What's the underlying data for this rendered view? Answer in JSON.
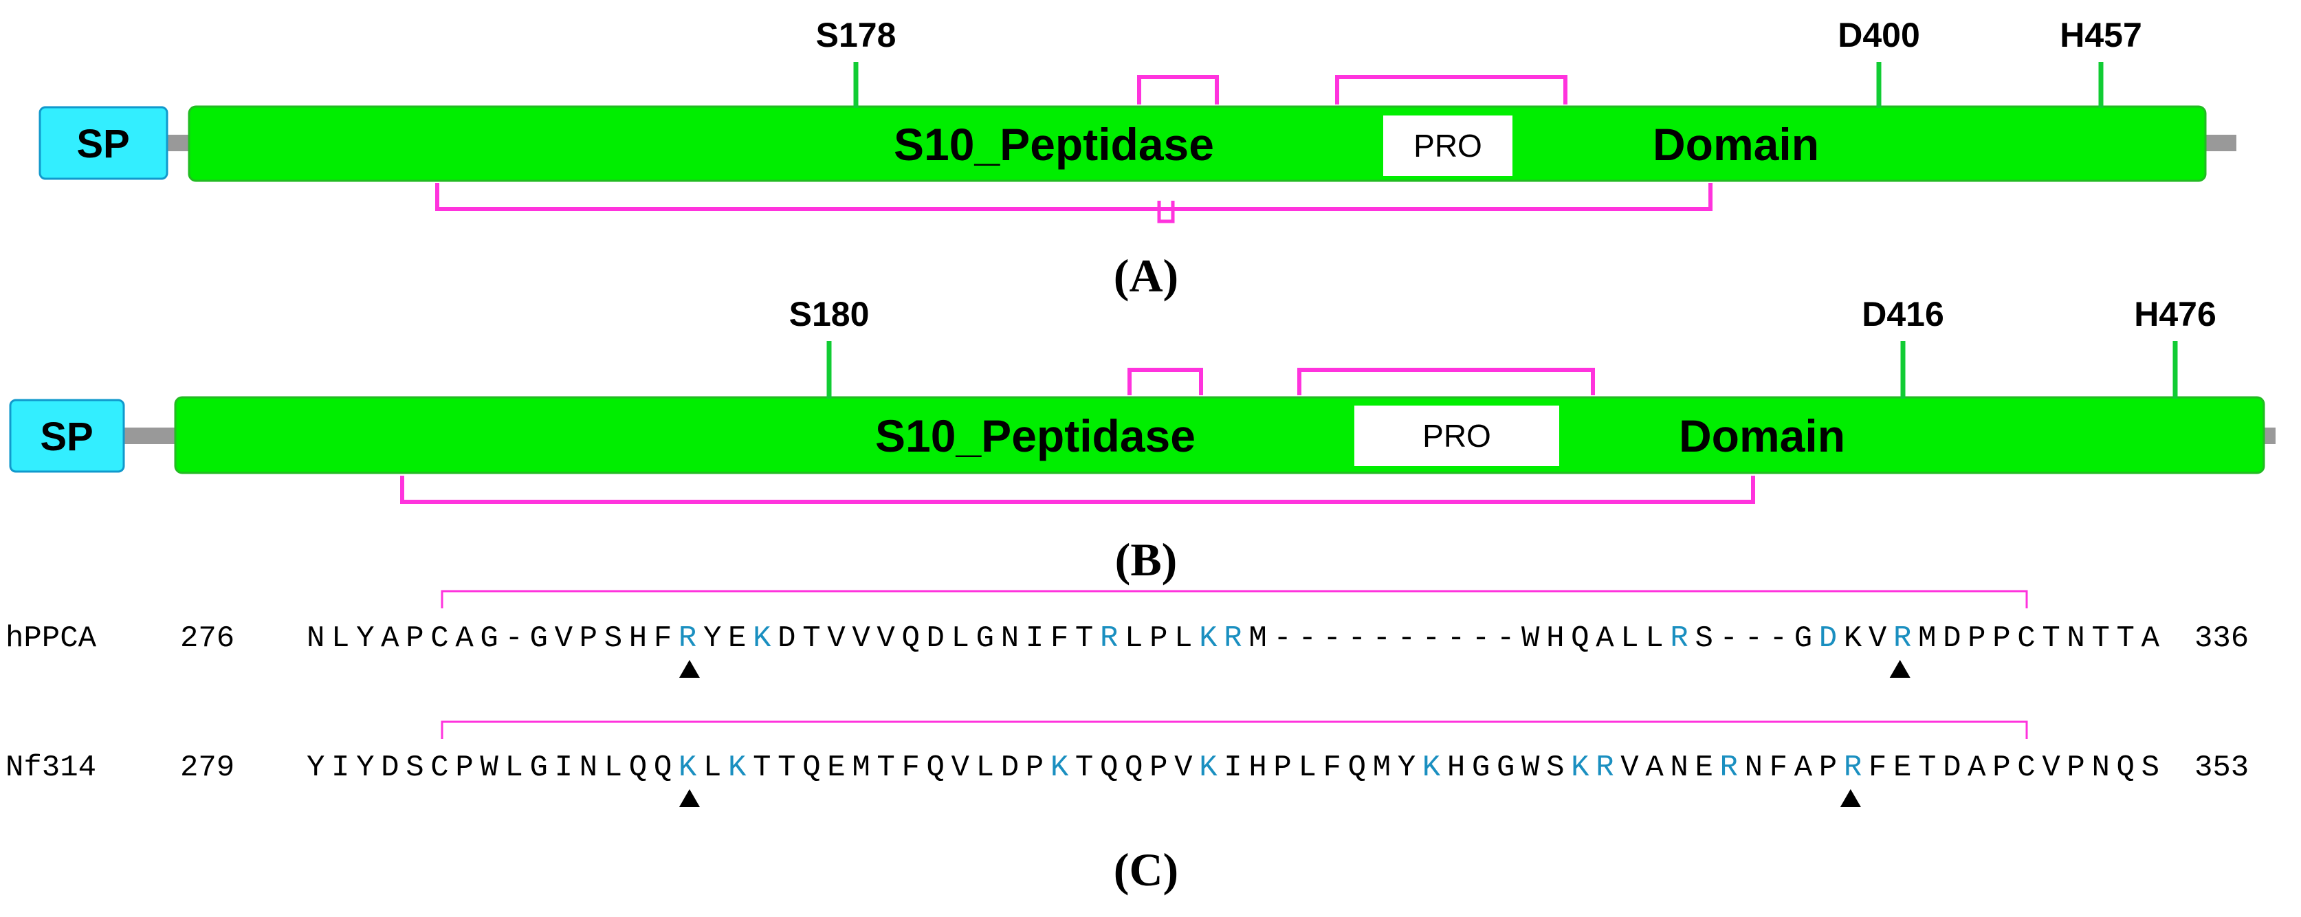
{
  "colors": {
    "domain": "#00ee00",
    "domain_edge": "#22bb22",
    "signal_peptide": "#33eeff",
    "signal_peptide_edge": "#1199cc",
    "linker": "#999999",
    "disulfide": "#ff33dd",
    "site_tick": "#11cc33",
    "basic_residue": "#1a8fc0",
    "text": "#000000"
  },
  "panels": [
    {
      "label": "(A)",
      "signal_peptide": "SP",
      "domain_text": [
        "S10_Peptidase",
        "Domain"
      ],
      "pro_label": "PRO",
      "sites": [
        "S178",
        "D400",
        "H457"
      ]
    },
    {
      "label": "(B)",
      "signal_peptide": "SP",
      "domain_text": [
        "S10_Peptidase",
        "Domain"
      ],
      "pro_label": "PRO",
      "sites": [
        "S180",
        "D416",
        "H476"
      ]
    }
  ],
  "alignment": {
    "label": "(C)",
    "rows": [
      {
        "name": "hPPCA",
        "start": "276",
        "end": "336",
        "sequence": "NLYAPCAG-GVPSHFRYEKDTVVVQDLGNIFTRLPLKRM----------WHQALLRS---GDKVRMDPPCTNTTA",
        "highlight_index": [
          15,
          18,
          32,
          36,
          37,
          55,
          61,
          64
        ],
        "arrow_index": [
          15,
          64
        ],
        "bracket_index": [
          5,
          69
        ]
      },
      {
        "name": "Nf314",
        "start": "279",
        "end": "353",
        "sequence": "YIYDSCPWLGINLQQKLKTTQEMTFQVLDPKTQQPVKIHPLFQMYKHGGWSKRVANERNFAPRFETDAPCVPNQS",
        "highlight_index": [
          15,
          17,
          30,
          36,
          45,
          51,
          52,
          57,
          62
        ],
        "arrow_index": [
          15,
          62
        ],
        "bracket_index": [
          5,
          69
        ]
      }
    ]
  }
}
